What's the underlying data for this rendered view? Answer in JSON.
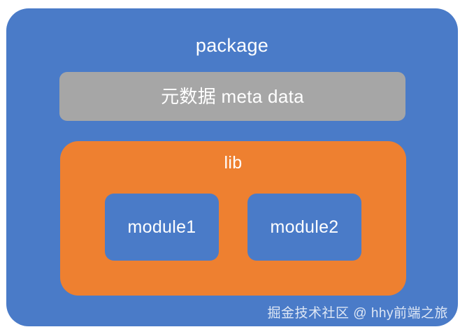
{
  "diagram": {
    "background_color": "#ffffff",
    "package": {
      "label": "package",
      "color": "#4a7bc8",
      "meta": {
        "label": "元数据 meta data",
        "color": "#a6a6a6"
      },
      "lib": {
        "label": "lib",
        "color": "#ee8030",
        "modules": [
          {
            "label": "module1",
            "color": "#4a7bc8"
          },
          {
            "label": "module2",
            "color": "#4a7bc8"
          }
        ]
      }
    },
    "watermark": {
      "text": "掘金技术社区 @ hhy前端之旅",
      "color": "#ffffff"
    }
  }
}
